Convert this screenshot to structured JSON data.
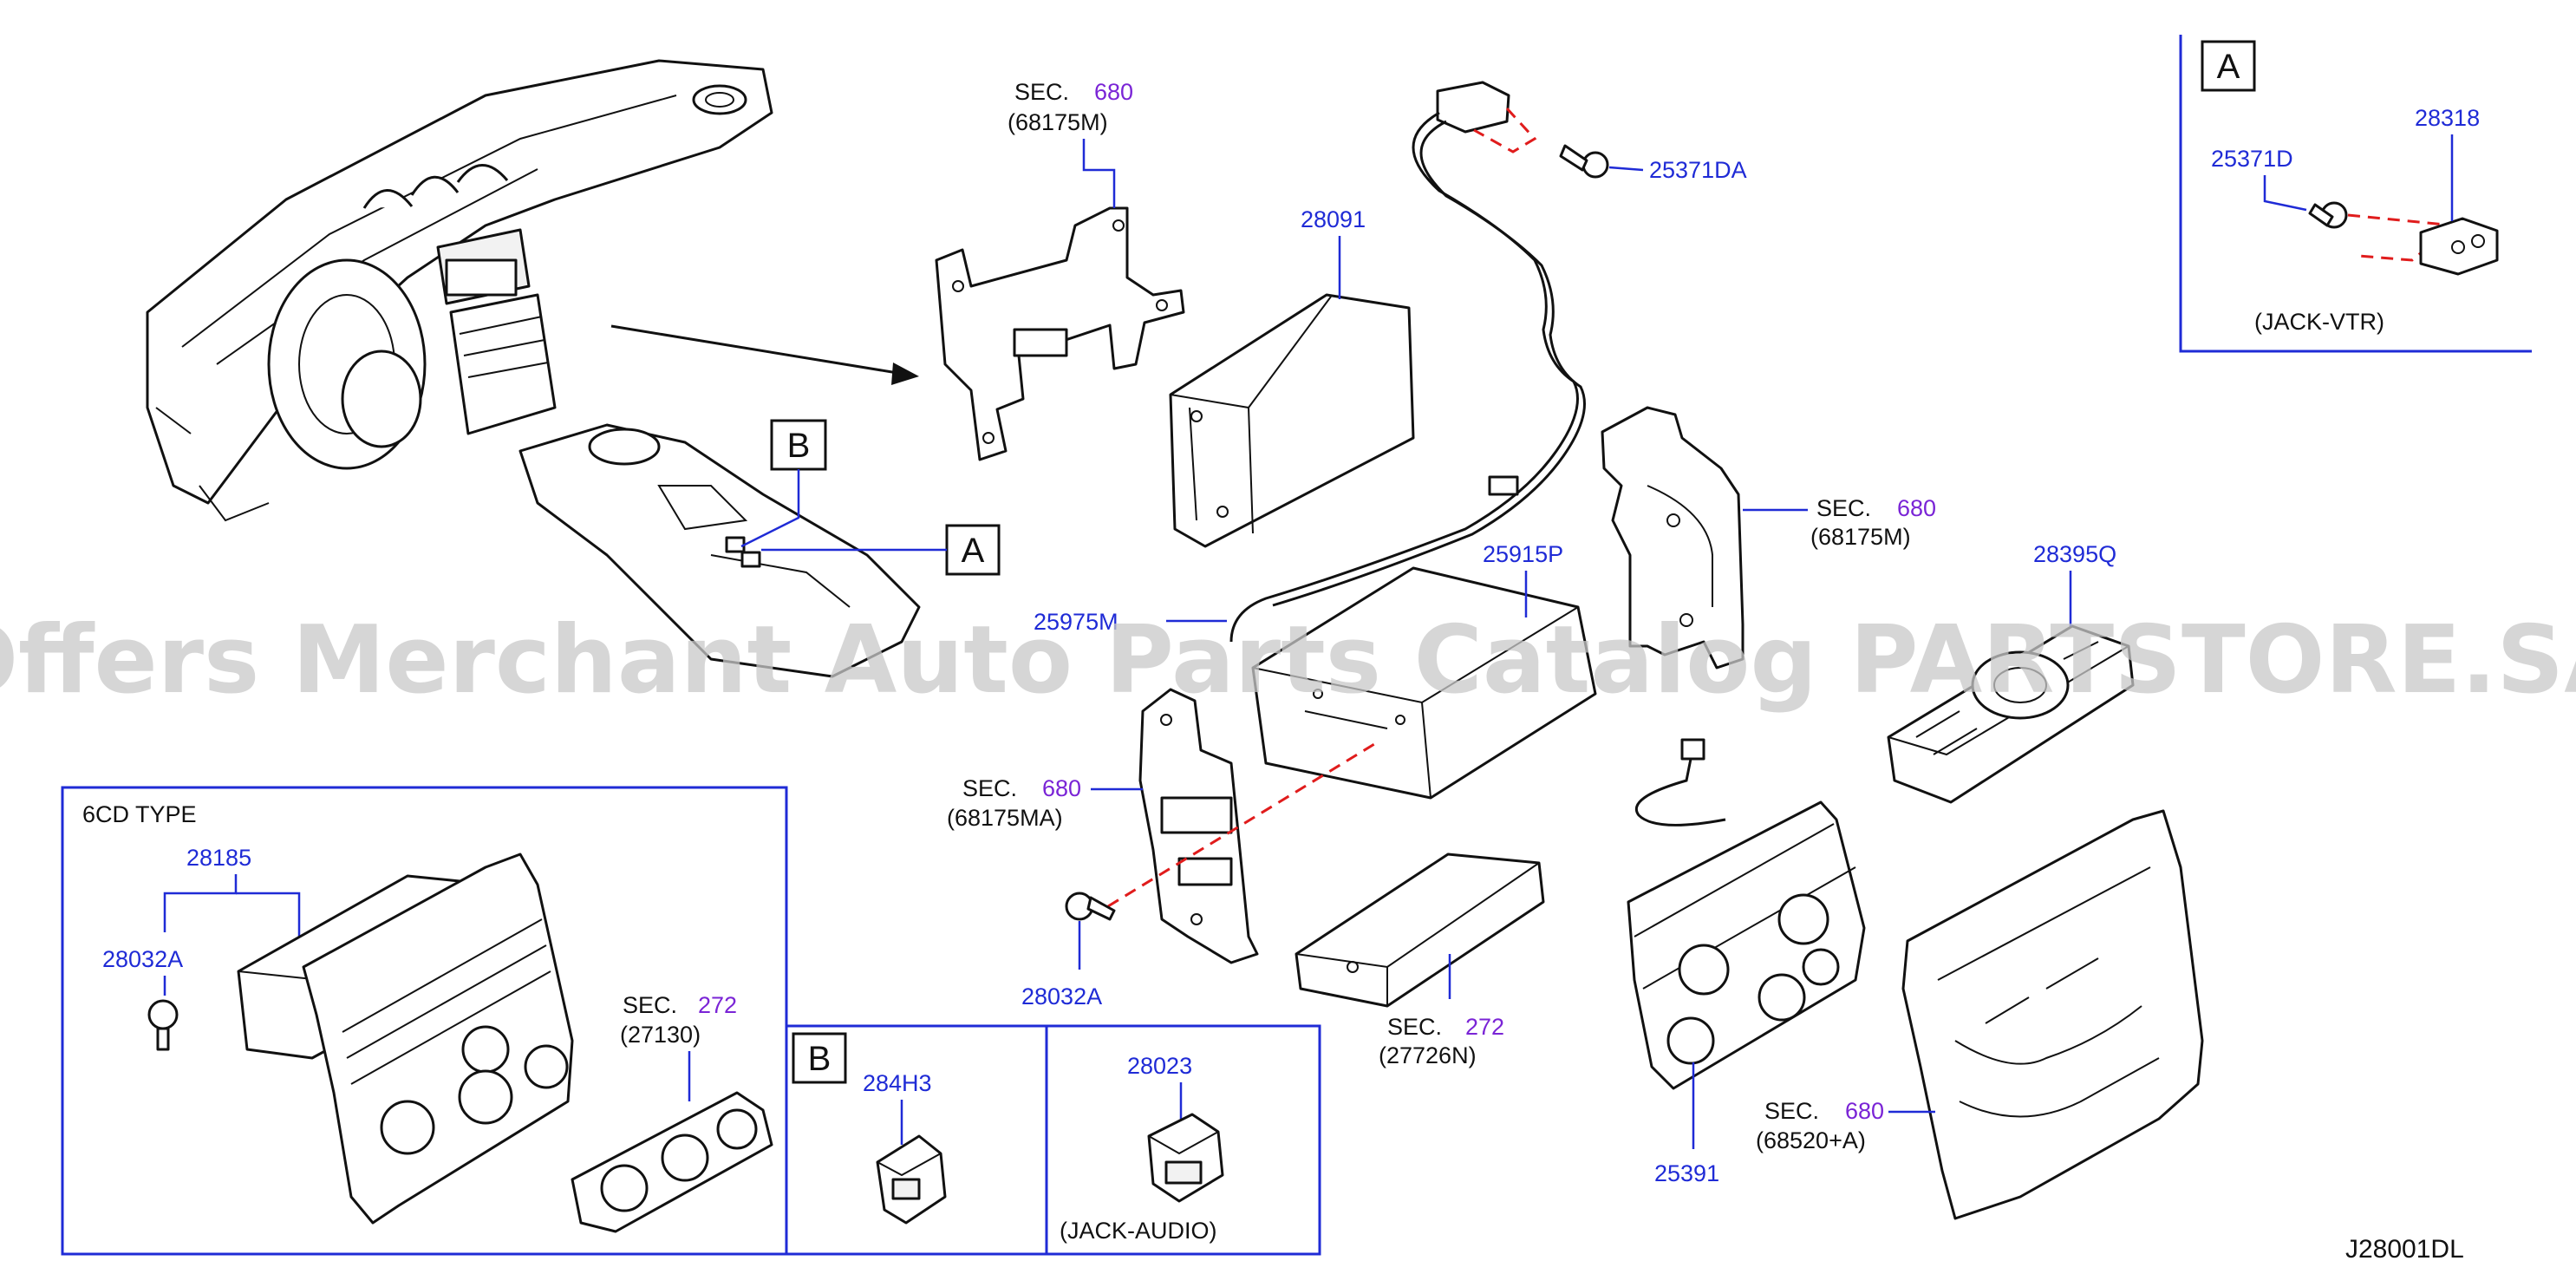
{
  "sec_word": "SEC.",
  "callouts": {
    "c1": {
      "sec": "680",
      "ref": "(68175M)"
    },
    "c2": {
      "sec": "680",
      "ref": "(68175M)"
    },
    "c3": {
      "sec": "680",
      "ref": "(68175MA)"
    },
    "c4": {
      "sec": "272",
      "ref": "(27130)"
    },
    "c5": {
      "sec": "272",
      "ref": "(27726N)"
    },
    "c6": {
      "sec": "680",
      "ref": "(68520+A)"
    }
  },
  "parts": {
    "p28091": "28091",
    "p25371DA": "25371DA",
    "p25915P": "25915P",
    "p25975M": "25975M",
    "p28395Q": "28395Q",
    "p28032A_main": "28032A",
    "p25391": "25391",
    "p28185": "28185",
    "p28032A_inset": "28032A",
    "p284H3": "284H3",
    "p28023": "28023",
    "p25371D": "25371D",
    "p28318": "28318"
  },
  "boxes": {
    "a": "A",
    "b": "B"
  },
  "texts": {
    "six_cd_type": "6CD   TYPE",
    "jack_vtr": "(JACK-VTR)",
    "jack_audio": "(JACK-AUDIO)",
    "diagram_code": "J28001DL",
    "watermark": "Offers Merchant Auto Parts Catalog PARTSTORE.SA"
  },
  "colors": {
    "part_number": "#1f2bd6",
    "section_number": "#7a24d6",
    "frame": "#1f2bd6",
    "dashed_guide": "#e01c1c"
  }
}
